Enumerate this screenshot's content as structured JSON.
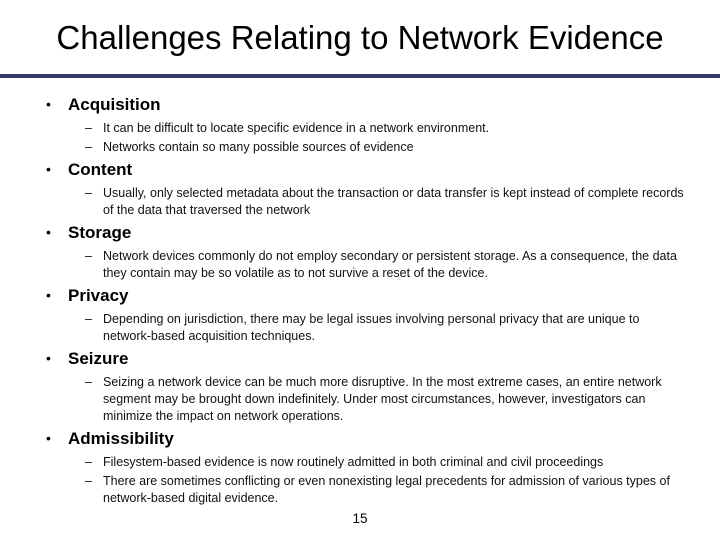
{
  "slide": {
    "title": "Challenges Relating to Network Evidence",
    "accent_color": "#3a3a70",
    "bullet_glyph": "•",
    "dash_glyph": "–",
    "page_number": "15",
    "sections": [
      {
        "heading": "Acquisition",
        "points": [
          "It can be difficult to locate specific evidence in a network environment.",
          "Networks contain so many possible sources of evidence"
        ]
      },
      {
        "heading": "Content",
        "points": [
          "Usually, only selected metadata about the transaction or data transfer is kept instead of complete records of the data that traversed the network"
        ]
      },
      {
        "heading": "Storage",
        "points": [
          "Network devices commonly do not employ secondary or persistent storage. As a consequence, the data they contain may be so volatile as to not survive a reset of the device."
        ]
      },
      {
        "heading": "Privacy",
        "points": [
          "Depending on jurisdiction, there may be legal issues involving personal privacy that are unique to network-based acquisition techniques."
        ]
      },
      {
        "heading": "Seizure",
        "points": [
          "Seizing a network device can be much more disruptive. In the most extreme cases, an entire network segment may be brought down indefinitely. Under most circumstances, however, investigators can minimize the impact on network operations."
        ]
      },
      {
        "heading": "Admissibility",
        "points": [
          "Filesystem-based evidence is now routinely admitted in both criminal and civil proceedings",
          "There are sometimes conflicting or even nonexisting legal precedents for admission of various types of network-based digital evidence."
        ]
      }
    ]
  }
}
